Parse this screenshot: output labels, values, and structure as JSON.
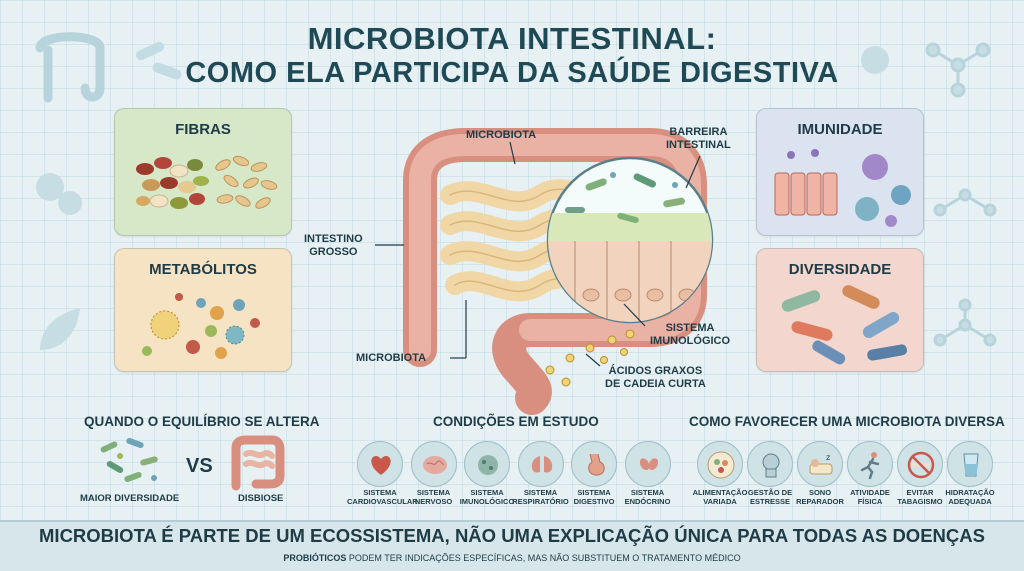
{
  "title": {
    "line1": "MICROBIOTA INTESTINAL:",
    "line2": "COMO ELA PARTICIPA DA SAÚDE DIGESTIVA"
  },
  "panels": {
    "fibras": "FIBRAS",
    "metabolitos": "METABÓLITOS",
    "imunidade": "IMUNIDADE",
    "diversidade": "DIVERSIDADE"
  },
  "diagram_labels": {
    "microbiota_top": "MICROBIOTA",
    "barreira_1": "BARREIRA",
    "barreira_2": "INTESTINAL",
    "intestino_1": "INTESTINO",
    "intestino_2": "GROSSO",
    "sistema_1": "SISTEMA",
    "sistema_2": "IMUNOLÓGICO",
    "microbiota_bottom": "MICROBIOTA",
    "acidos_1": "ÁCIDOS GRAXOS",
    "acidos_2": "DE CADEIA CURTA"
  },
  "equilibrio": {
    "title": "QUANDO O EQUILÍBRIO SE ALTERA",
    "vs": "VS",
    "left_label": "MAIOR DIVERSIDADE",
    "right_label": "DISBIOSE"
  },
  "condicoes": {
    "title": "CONDIÇÕES EM ESTUDO",
    "items": [
      {
        "l1": "SISTEMA",
        "l2": "CARDIOVASCULAR",
        "icon": "heart-icon"
      },
      {
        "l1": "SISTEMA",
        "l2": "NERVOSO",
        "icon": "brain-icon"
      },
      {
        "l1": "SISTEMA",
        "l2": "IMUNOLÓGICO",
        "icon": "immune-cell-icon"
      },
      {
        "l1": "SISTEMA",
        "l2": "RESPIRATÓRIO",
        "icon": "lungs-icon"
      },
      {
        "l1": "SISTEMA",
        "l2": "DIGESTIVO",
        "icon": "stomach-icon"
      },
      {
        "l1": "SISTEMA",
        "l2": "ENDÓCRINO",
        "icon": "thyroid-icon"
      }
    ]
  },
  "favorecer": {
    "title": "COMO FAVORECER UMA MICROBIOTA DIVERSA",
    "items": [
      {
        "l1": "ALIMENTAÇÃO",
        "l2": "VARIADA",
        "icon": "food-plate-icon"
      },
      {
        "l1": "GESTÃO DE",
        "l2": "ESTRESSE",
        "icon": "head-icon"
      },
      {
        "l1": "SONO",
        "l2": "REPARADOR",
        "icon": "sleep-icon"
      },
      {
        "l1": "ATIVIDADE",
        "l2": "FÍSICA",
        "icon": "running-icon"
      },
      {
        "l1": "EVITAR",
        "l2": "TABAGISMO",
        "icon": "no-smoking-icon"
      },
      {
        "l1": "HIDRATAÇÃO",
        "l2": "ADEQUADA",
        "icon": "water-glass-icon"
      }
    ]
  },
  "footer": {
    "main": "MICROBIOTA É PARTE DE UM ECOSSISTEMA, NÃO UMA EXPLICAÇÃO ÚNICA PARA TODAS AS DOENÇAS",
    "sub_bold": "PROBIÓTICOS",
    "sub_rest": " PODEM TER INDICAÇÕES ESPECÍFICAS, MAS NÃO SUBSTITUEM O TRATAMENTO MÉDICO"
  },
  "colors": {
    "background": "#e7f1f4",
    "title": "#1f4a55",
    "intestine": "#e9a99a",
    "small_intestine": "#f1d7a6",
    "fibras_panel": "#d7e8c8",
    "metabolitos_panel": "#f5e3c3",
    "imunidade_panel": "#dbe3f1",
    "diversidade_panel": "#f3d7cf"
  }
}
